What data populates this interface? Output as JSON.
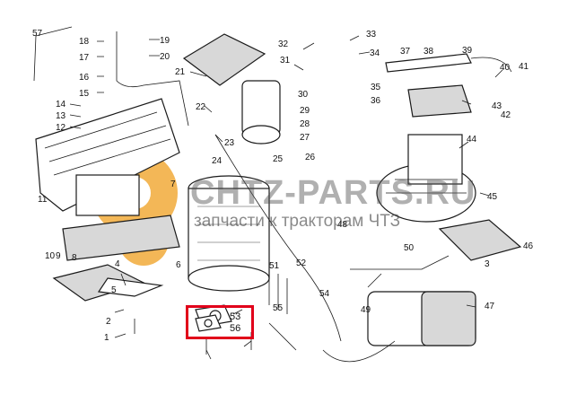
{
  "watermark": {
    "title": "CHTZ-PARTS.RU",
    "subtitle": "запчасти к тракторам ЧТЗ"
  },
  "colors": {
    "highlight": "#e1001a",
    "gear_overlay": "#f0a020",
    "line": "#1a1a1a"
  },
  "highlight_labels": [
    "53",
    "56"
  ],
  "labels": [
    "57",
    "18",
    "19",
    "17",
    "20",
    "16",
    "15",
    "14",
    "13",
    "12",
    "11",
    "10",
    "9",
    "8",
    "7",
    "21",
    "22",
    "23",
    "24",
    "25",
    "26",
    "27",
    "28",
    "29",
    "30",
    "31",
    "32",
    "33",
    "34",
    "35",
    "36",
    "37",
    "38",
    "39",
    "40",
    "41",
    "42",
    "43",
    "44",
    "45",
    "46",
    "47",
    "48",
    "49",
    "50",
    "1",
    "2",
    "3",
    "4",
    "5",
    "6",
    "51",
    "52",
    "54",
    "55"
  ]
}
